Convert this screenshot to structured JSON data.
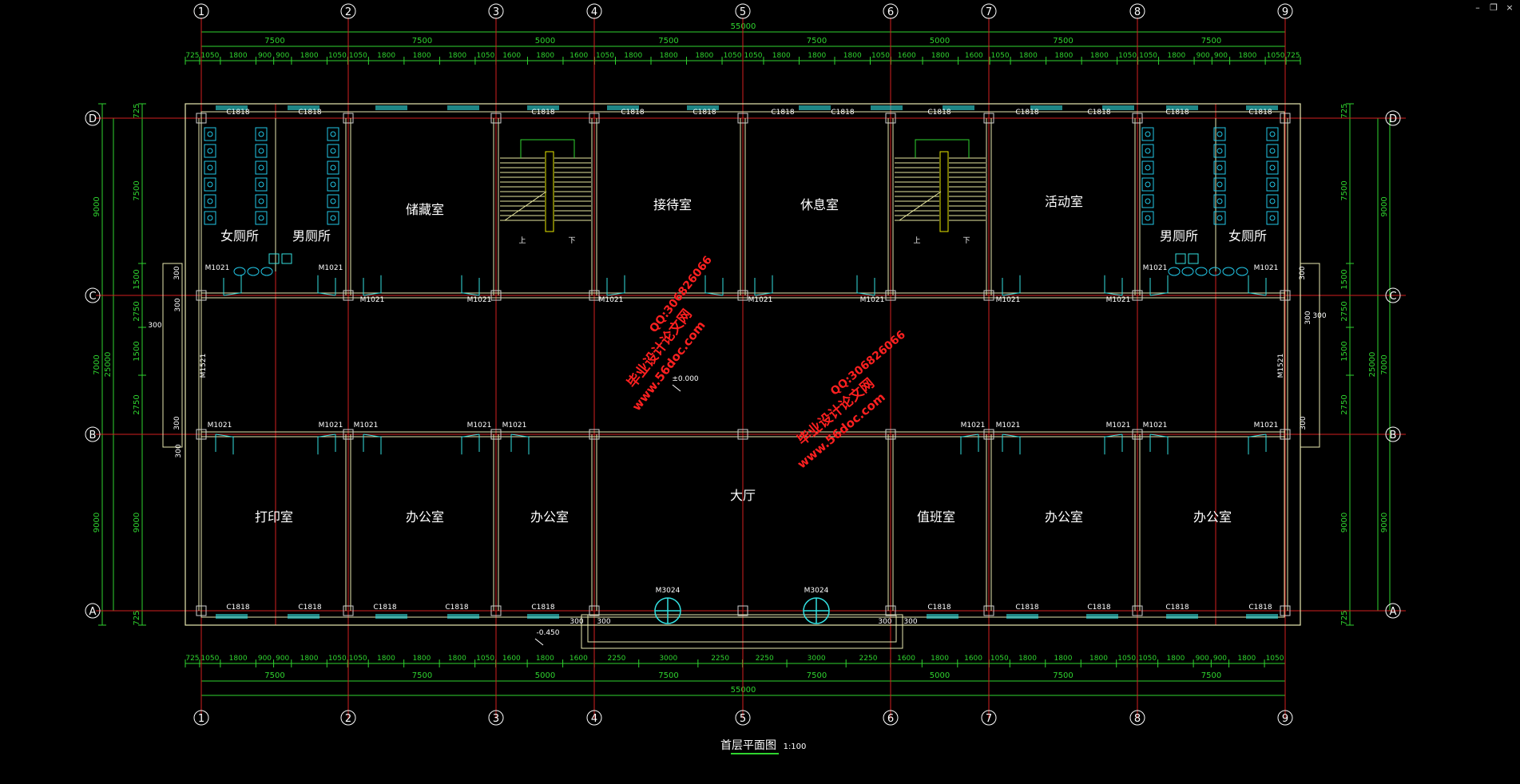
{
  "window_controls": {
    "minimize": "–",
    "restore": "❐",
    "close": "×"
  },
  "colors": {
    "background": "#000000",
    "axis": "#d22020",
    "dim": "#2fd42f",
    "wall": "#e8e8b0",
    "column": "#9b9b9b",
    "window": "#33e0e0",
    "fixture": "#22c8e8",
    "stair": "#e8e8a0",
    "label": "#ffffff",
    "watermark": "#ff2020"
  },
  "grid": {
    "columns": [
      "1",
      "2",
      "3",
      "4",
      "5",
      "6",
      "7",
      "8",
      "9"
    ],
    "rows": [
      "D",
      "C",
      "B",
      "A"
    ]
  },
  "dimensions": {
    "overall_length": "55000",
    "overall_width": "25000",
    "bays_top": [
      "7500",
      "7500",
      "5000",
      "7500",
      "7500",
      "5000",
      "7500",
      "7500"
    ],
    "bays_bottom": [
      "7500",
      "7500",
      "5000",
      "7500",
      "7500",
      "5000",
      "7500",
      "7500"
    ],
    "detail_top": [
      "725",
      "1050",
      "1800",
      "900",
      "900",
      "1800",
      "1050",
      "1050",
      "1800",
      "1800",
      "1800",
      "1050",
      "1600",
      "1800",
      "1600",
      "1050",
      "1800",
      "1800",
      "1800",
      "1050",
      "1050",
      "1800",
      "1800",
      "1800",
      "1050",
      "1600",
      "1800",
      "1600",
      "1050",
      "1800",
      "1800",
      "1800",
      "1050",
      "1050",
      "1800",
      "900",
      "900",
      "1800",
      "1050",
      "725"
    ],
    "detail_bottom": [
      "725",
      "1050",
      "1800",
      "900",
      "900",
      "1800",
      "1050",
      "1050",
      "1800",
      "1800",
      "1800",
      "1050",
      "1600",
      "1800",
      "1600",
      "2250",
      "3000",
      "2250",
      "2250",
      "3000",
      "2250",
      "1600",
      "1800",
      "1600",
      "1050",
      "1800",
      "1800",
      "1800",
      "1050",
      "1050",
      "1800",
      "900",
      "900",
      "1800",
      "1050"
    ],
    "side_outer": [
      "9000",
      "7000",
      "9000"
    ],
    "side_inner_left": [
      "725",
      "7500",
      "1500",
      "2750",
      "1500",
      "2750",
      "9000",
      "725"
    ],
    "side_inner_right": [
      "725",
      "7500",
      "1500",
      "2750",
      "1500",
      "2750",
      "9000",
      "725"
    ],
    "side_300": "300"
  },
  "rooms": [
    {
      "name": "女厕所",
      "col": 0.45
    },
    {
      "name": "男厕所",
      "col": 0.75
    },
    {
      "name": "储藏室",
      "col": 1.5
    },
    {
      "name": "接待室",
      "col": 3.55
    },
    {
      "name": "休息室",
      "col": 4.5
    },
    {
      "name": "活动室",
      "col": 6.5
    },
    {
      "name": "男厕所",
      "col": 7.3
    },
    {
      "name": "女厕所",
      "col": 7.7
    },
    {
      "name": "打印室",
      "col": 0.5
    },
    {
      "name": "办公室",
      "col": 1.5
    },
    {
      "name": "办公室",
      "col": 2.25
    },
    {
      "name": "大厅",
      "col": 4.0
    },
    {
      "name": "值班室",
      "col": 5.5
    },
    {
      "name": "办公室",
      "col": 6.5
    },
    {
      "name": "办公室",
      "col": 7.5
    }
  ],
  "window_tags": {
    "top": "C1818",
    "bottom": "C1818"
  },
  "door_tags": {
    "standard": "M1021",
    "side_entry": "M1521",
    "main_entry": "M3024"
  },
  "levels": {
    "floor": "±0.000",
    "ground": "-0.450"
  },
  "stair_labels": {
    "up": "上",
    "down": "下"
  },
  "drawing_title": "首层平面图",
  "drawing_scale": "1:100",
  "watermarks": [
    {
      "line1": "毕业设计论文网",
      "line2": "www.56doc.com",
      "line3": "QQ:306826066"
    },
    {
      "line1": "毕业设计论文网",
      "line2": "www.56doc.com",
      "line3": "QQ:306826066"
    }
  ]
}
